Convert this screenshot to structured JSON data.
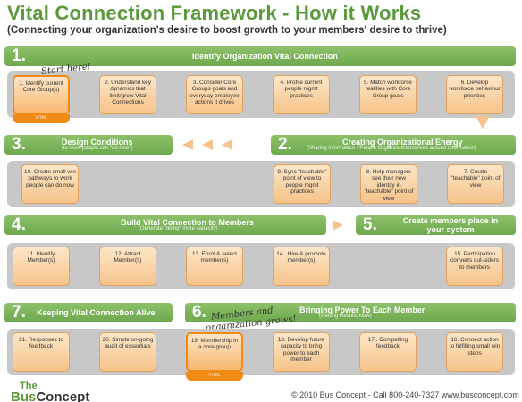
{
  "title": "Vital Connection Framework - How it Works",
  "subtitle": "(Connecting your organization's desire to boost growth to your members' desire to thrive)",
  "stages": {
    "s1": {
      "num": "1.",
      "label": "Identify Organization Vital Connection"
    },
    "s2": {
      "num": "2.",
      "label": "Creating Organizational Energy",
      "sub": "(Sharing information - People Organize themselves around information)"
    },
    "s3": {
      "num": "3.",
      "label": "Design Conditions",
      "sub": "(to work people can \"do now\")"
    },
    "s4": {
      "num": "4.",
      "label": "Build Vital Connection to Members",
      "sub": "(Generate \"doing\" more capacity)"
    },
    "s5": {
      "num": "5.",
      "label": "Create members place in your system"
    },
    "s6": {
      "num": "6.",
      "label": "Bringing Power To Each Member",
      "sub": "(Getting Results Now)"
    },
    "s7": {
      "num": "7.",
      "label": "Keeping Vital Connection Alive"
    }
  },
  "steps": {
    "st1": "1. Identify current Core Group(s)",
    "st2": "2. Understand key dynamics that limit/grow Vital Connections",
    "st3": "3. Consider Core Groups goals and everyday employee actions it drives",
    "st4": "4. Profile current people mgmt practices",
    "st5": "5. Match workforce realities with Core Group goals",
    "st6": "6. Develop workforce behaviour priorities",
    "st7": "7. Create \"teachable\" point of view",
    "st8": "8. Help managers see their new identity in \"teachable\" point of view",
    "st9": "9. Sync \"teachable\" point of view to people mgmt practices",
    "st10": "10. Create small win pathways to work people can do now",
    "st11": "11. Identify Member(s)",
    "st12": "12. Attract Member(s)",
    "st13": "13. Enrol & select member(s)",
    "st14": "14.. Hire & promote member(s)",
    "st15": "15. Participation converts out-siders to members",
    "st16": "16. Connect action to fulfilling small win steps",
    "st17": "17.. Compelling feedback",
    "st18": "18. Develop future capacity to bring power to each member",
    "st19": "19. Membership in a core group",
    "st20": "20. Simple on-going audit of essentials",
    "st21": "21. Responses to feedback"
  },
  "tab_label": "VITAL",
  "annotations": {
    "start": "Start here!",
    "grows_line1": "Members and",
    "grows_line2": "organization grows!"
  },
  "footer": {
    "logo_the": "The",
    "logo_bus": "Bus",
    "logo_concept": "Concept",
    "copyright": "© 2010 Bus Concept - Call 800-240-7327  www.busconcept.com"
  },
  "colors": {
    "green": "#6ea84f",
    "orange": "#f08a16",
    "box_fill": "#f9d3a4",
    "tray": "#c8c8c8"
  }
}
